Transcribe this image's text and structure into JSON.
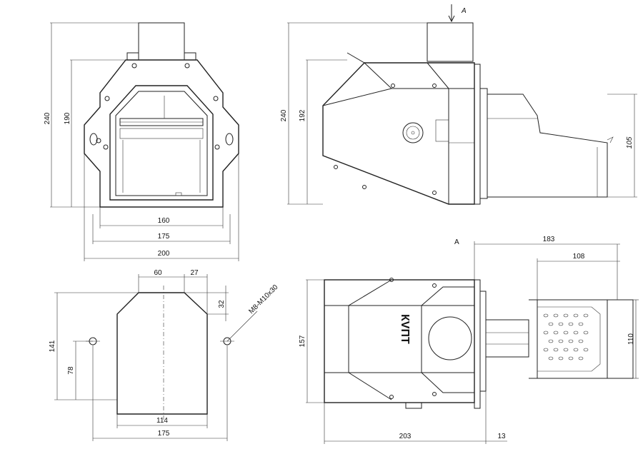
{
  "dimensions": {
    "front_height_total": "240",
    "front_height_inner": "190",
    "front_width_inner": "160",
    "front_width_mid": "175",
    "front_width_total": "200",
    "side_height_total": "240",
    "side_height_inner": "192",
    "side_burner_height": "105",
    "side_view_marker": "A",
    "top_section_marker": "A",
    "top_length_burner": "183",
    "top_length_grate": "108",
    "top_height": "157",
    "top_grate_width": "110",
    "top_body_length": "203",
    "top_flange": "13",
    "flange_width_top": "60",
    "flange_offset": "27",
    "flange_bolt_offset": "32",
    "flange_height": "141",
    "flange_hole_height": "78",
    "flange_bottom_width": "114",
    "flange_hole_spacing": "175",
    "flange_bolt_spec": "M8-M10x30"
  },
  "labels": {
    "brand": "КVПТ"
  }
}
